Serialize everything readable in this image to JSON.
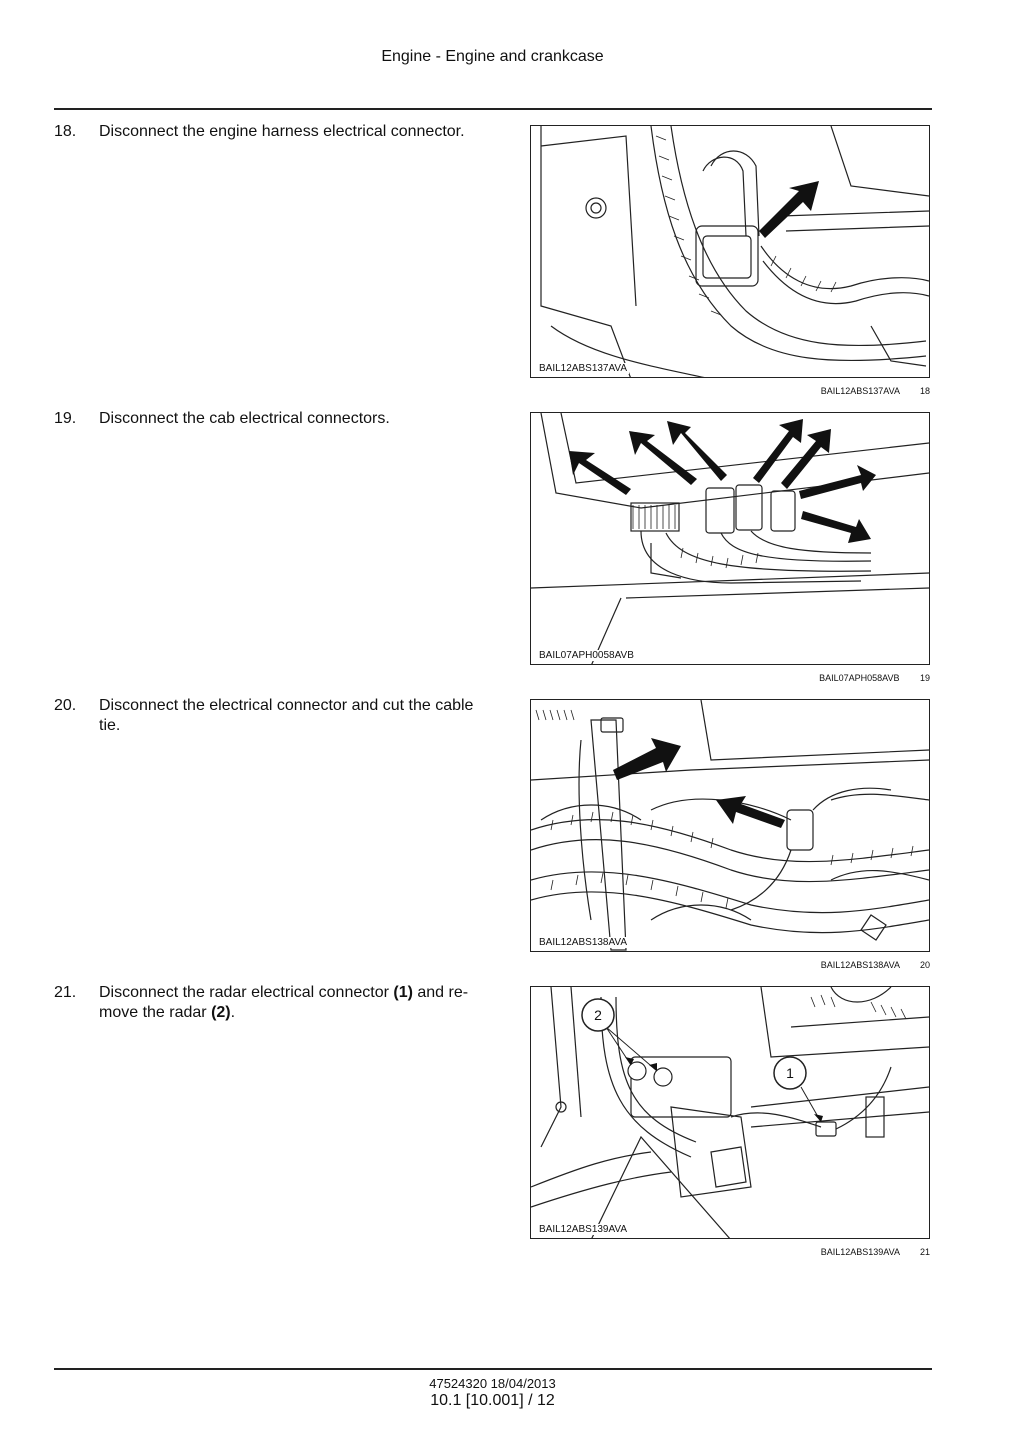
{
  "header": {
    "title": "Engine - Engine and crankcase"
  },
  "steps": [
    {
      "number": "18.",
      "text": "Disconnect the engine harness electrical connector.",
      "figure_code": "BAIL12ABS137AVA",
      "caption_code": "BAIL12ABS137AVA",
      "caption_number": "18"
    },
    {
      "number": "19.",
      "text": "Disconnect the cab electrical connectors.",
      "figure_code": "BAIL07APH0058AVB",
      "caption_code": "BAIL07APH058AVB",
      "caption_number": "19"
    },
    {
      "number": "20.",
      "text": "Disconnect the electrical connector and cut the cable tie.",
      "figure_code": "BAIL12ABS138AVA",
      "caption_code": "BAIL12ABS138AVA",
      "caption_number": "20"
    },
    {
      "number": "21.",
      "text_parts": [
        "Disconnect the radar electrical connector ",
        "(1)",
        " and re-move the radar ",
        "(2)",
        "."
      ],
      "figure_code": "BAIL12ABS139AVA",
      "caption_code": "BAIL12ABS139AVA",
      "caption_number": "21",
      "callouts": [
        "2",
        "1"
      ]
    }
  ],
  "footer": {
    "doc": "47524320 18/04/2013",
    "page": "10.1 [10.001] / 12"
  }
}
